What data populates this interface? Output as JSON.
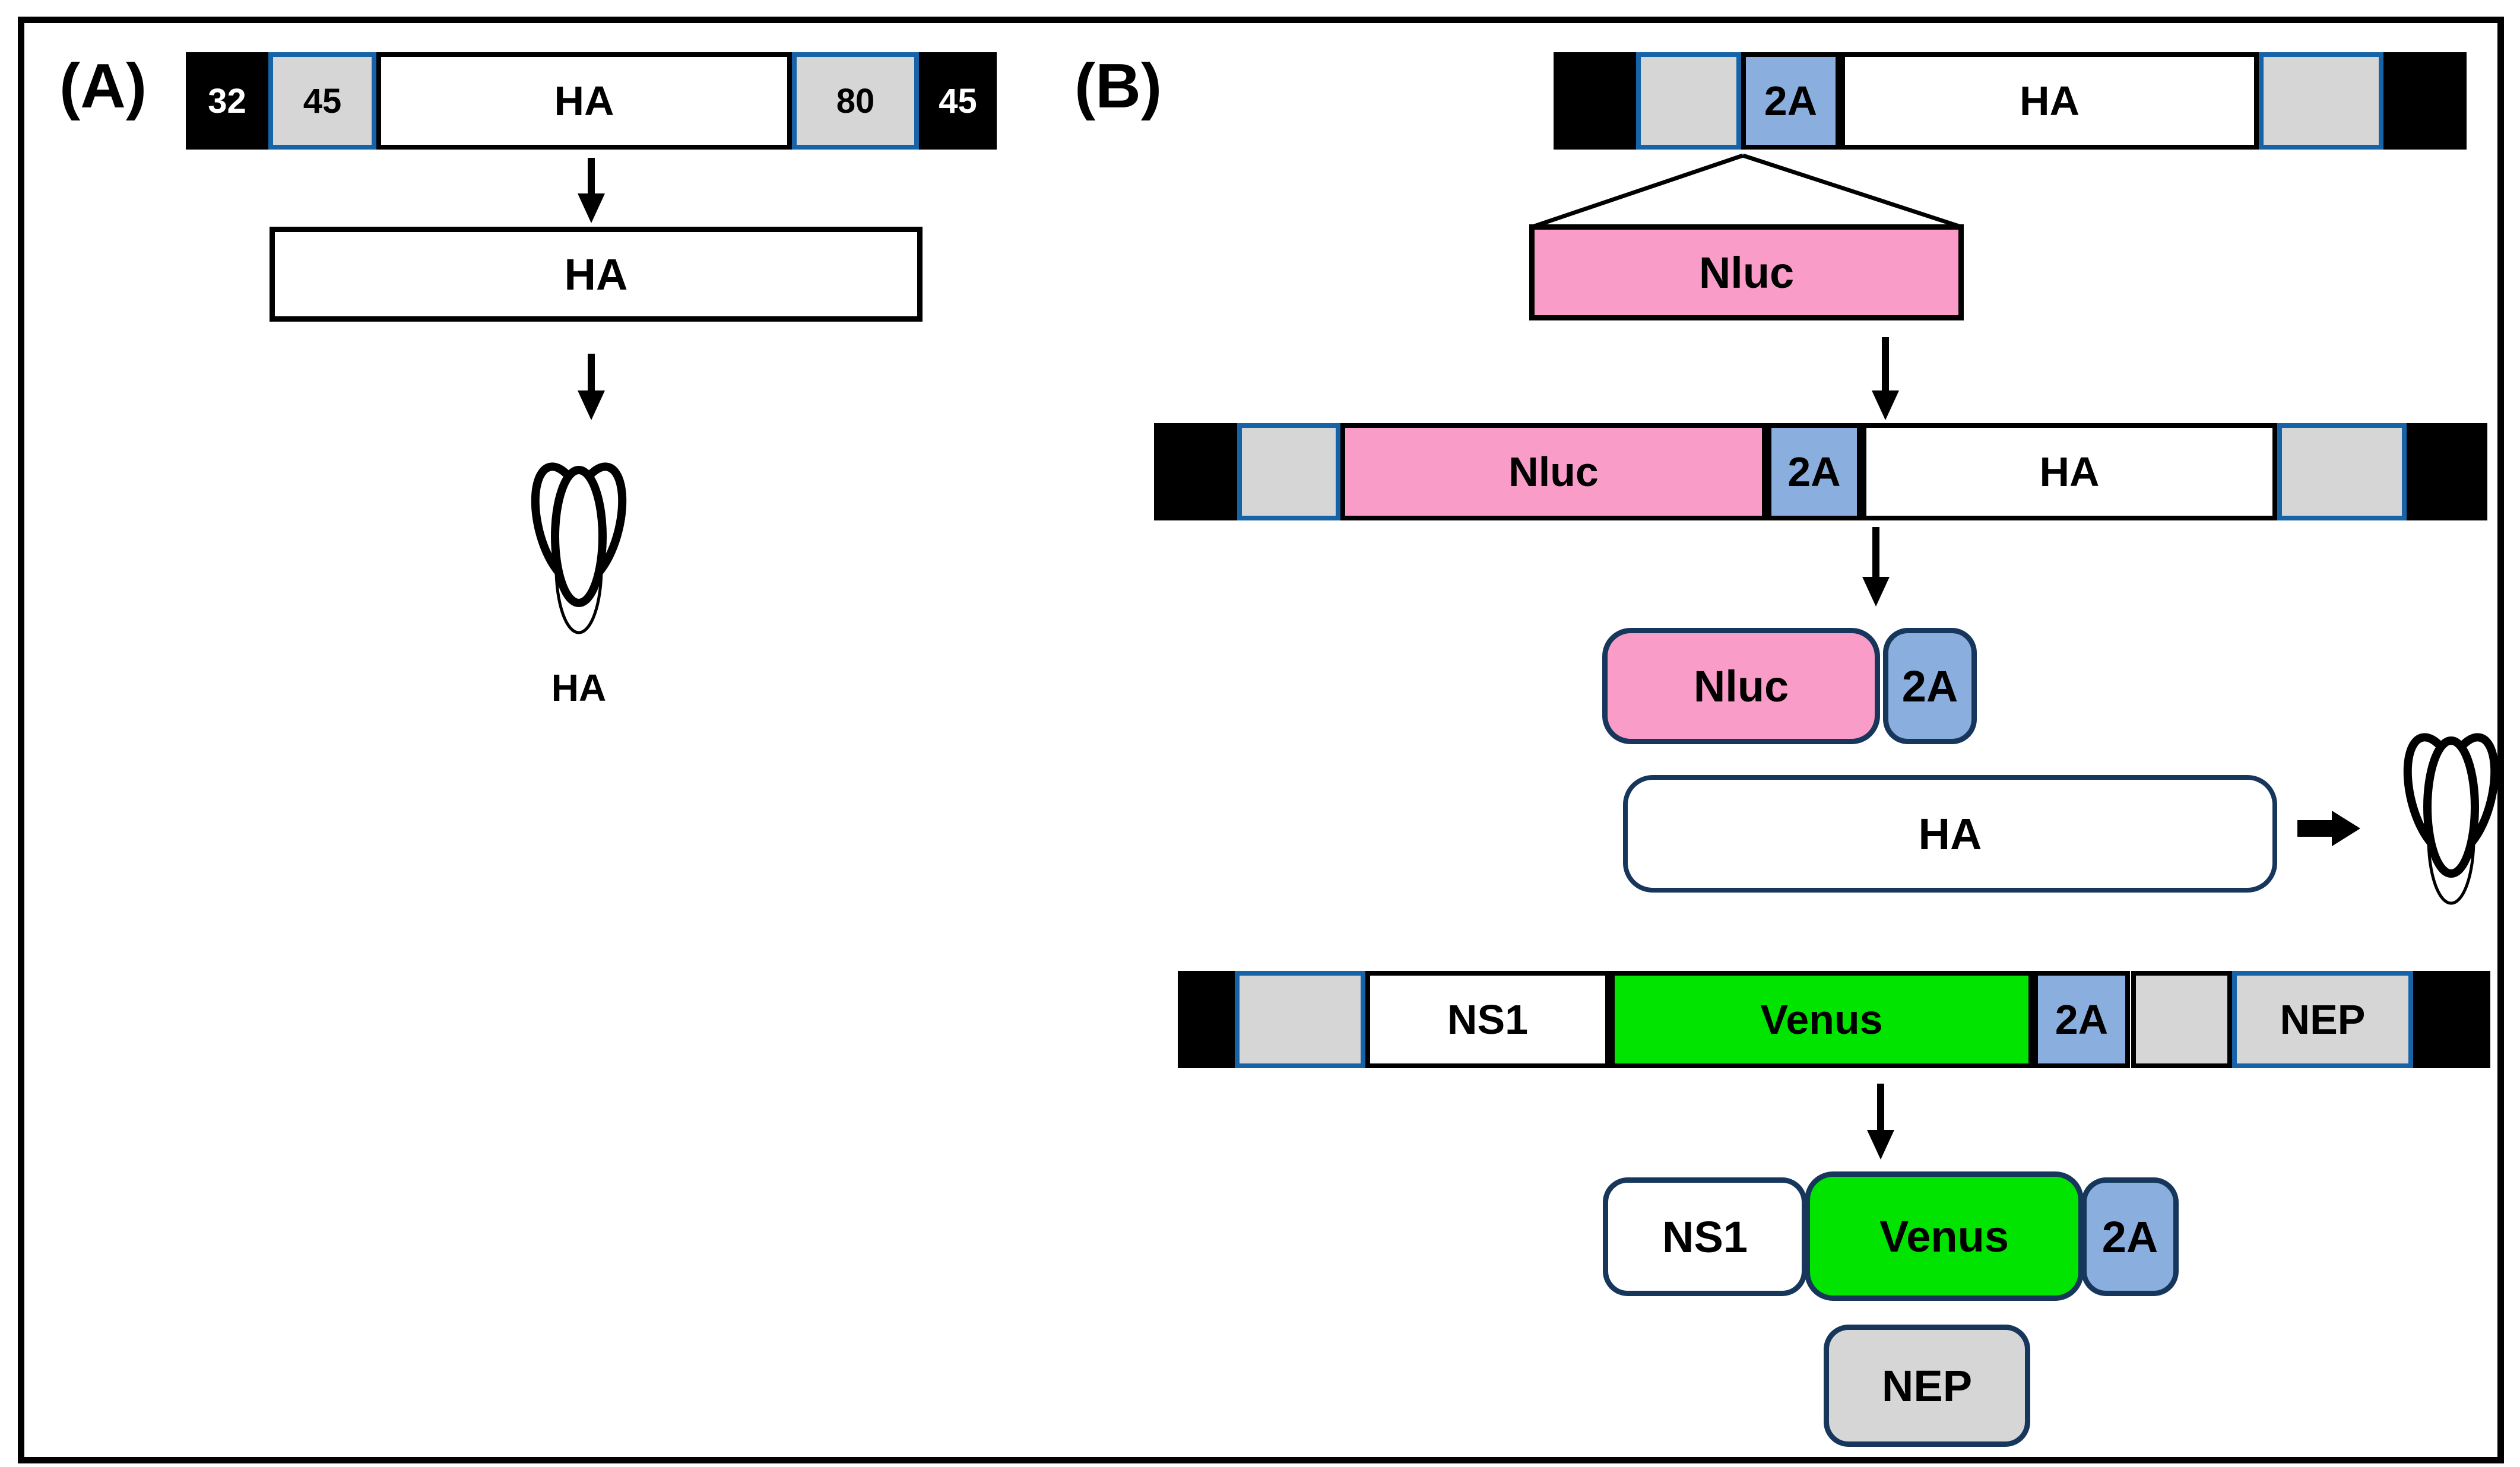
{
  "figure": {
    "description": "Influenza reporter virus construct diagram",
    "panels": [
      "(A)",
      "(B)"
    ]
  },
  "palette": {
    "black": "#000000",
    "white": "#ffffff",
    "gray": "#d6d6d6",
    "blue": "#8aaedd",
    "pink": "#f99cc8",
    "green": "#00e400",
    "navy_border": "#16365c",
    "blue_border": "#1763a8"
  },
  "panel_a": {
    "label": "(A)",
    "bar": {
      "segments": [
        {
          "label": "32"
        },
        {
          "label": "45"
        },
        {
          "label": "HA"
        },
        {
          "label": "80"
        },
        {
          "label": "45"
        }
      ]
    },
    "mrna_label": "HA",
    "protein_label": "HA"
  },
  "panel_b": {
    "label": "(B)",
    "bar1": {
      "segments": [
        {
          "label": ""
        },
        {
          "label": ""
        },
        {
          "label": "2A"
        },
        {
          "label": "HA"
        },
        {
          "label": ""
        },
        {
          "label": ""
        }
      ]
    },
    "insert_label": "Nluc",
    "bar2": {
      "segments": [
        {
          "label": ""
        },
        {
          "label": ""
        },
        {
          "label": "Nluc"
        },
        {
          "label": "2A"
        },
        {
          "label": "HA"
        },
        {
          "label": ""
        },
        {
          "label": ""
        }
      ]
    },
    "cleaved1": {
      "nluc": "Nluc",
      "a2": "2A"
    },
    "ha_box_label": "HA",
    "bar3": {
      "segments": [
        {
          "label": ""
        },
        {
          "label": ""
        },
        {
          "label": "NS1"
        },
        {
          "label": "Venus"
        },
        {
          "label": "2A"
        },
        {
          "label": ""
        },
        {
          "label": "NEP"
        },
        {
          "label": ""
        }
      ]
    },
    "cleaved2": {
      "ns1": "NS1",
      "venus": "Venus",
      "a2": "2A"
    },
    "nep_label": "NEP"
  }
}
